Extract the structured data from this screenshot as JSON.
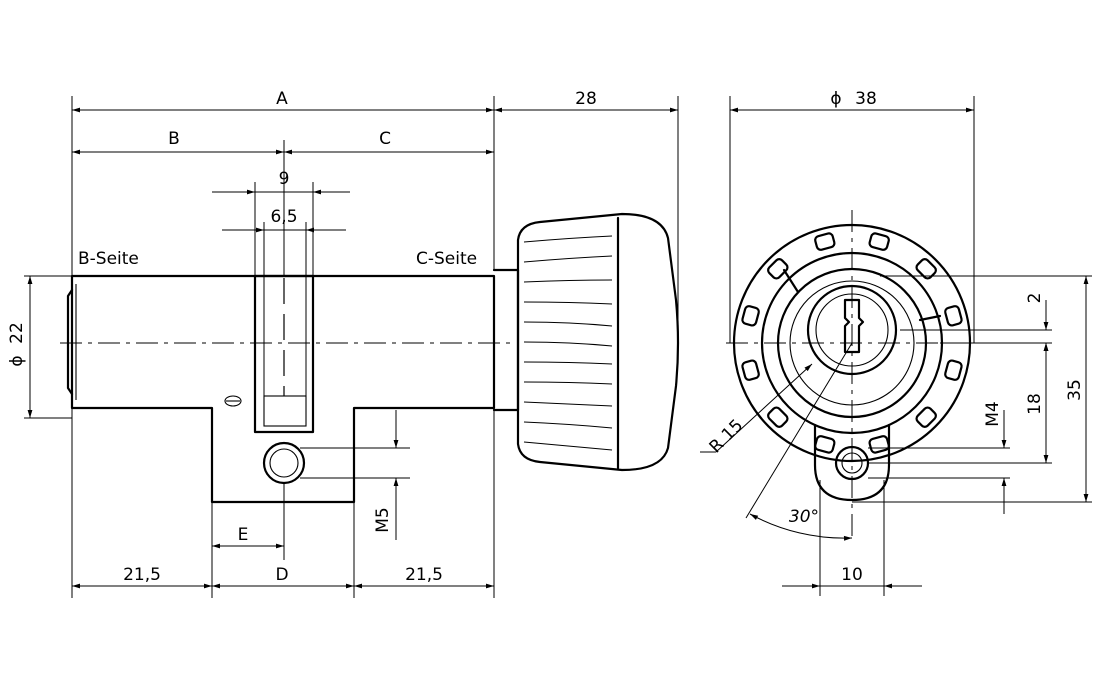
{
  "labels": {
    "dim_a": "A",
    "dim_b": "B",
    "dim_c": "C",
    "dim_9": "9",
    "dim_6_5": "6,5",
    "b_seite": "B-Seite",
    "c_seite": "C-Seite",
    "dim_28": "28",
    "dia_22": "22",
    "dia_38": "38",
    "dia_symbol": "ϕ",
    "dim_21_5_left": "21,5",
    "dim_d": "D",
    "dim_21_5_right": "21,5",
    "dim_e": "E",
    "thread_m5": "M5",
    "radius_r15": "R 15",
    "angle_30": "30°",
    "dim_10": "10",
    "dim_2": "2",
    "dim_18": "18",
    "dim_35": "35",
    "thread_m4": "M4"
  }
}
